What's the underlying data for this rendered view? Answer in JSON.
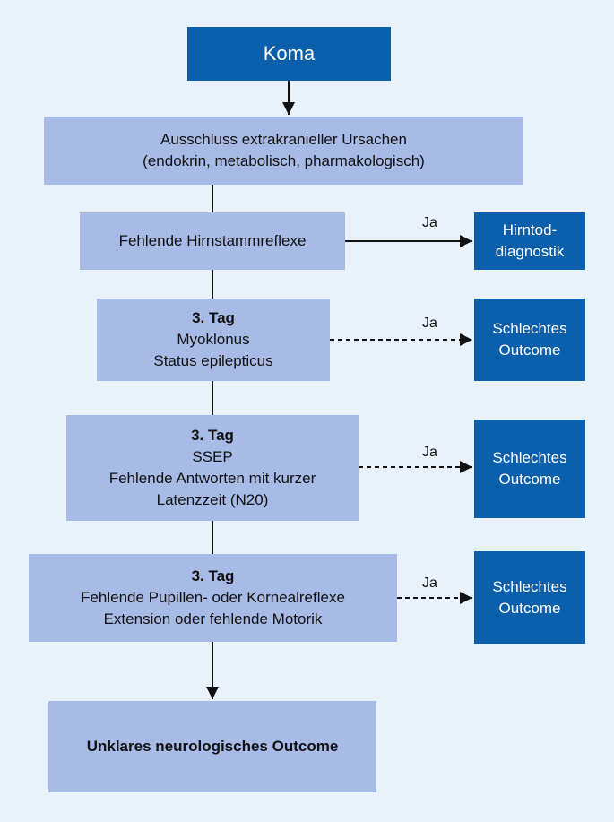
{
  "colors": {
    "background": "#e9f2fb",
    "process_box": "#a8bbe6",
    "outcome_box": "#0b5fab",
    "outcome_text": "#ffffff",
    "line": "#111111"
  },
  "nodes": {
    "koma": {
      "label": "Koma"
    },
    "ausschluss": {
      "lines": [
        "Ausschluss extrakranieller Ursachen",
        "(endokrin, metabolisch, pharmakologisch)"
      ]
    },
    "hirnstamm": {
      "label": "Fehlende Hirnstammreflexe"
    },
    "tag3_myoklonus": {
      "heading": "3. Tag",
      "lines": [
        "Myoklonus",
        "Status epilepticus"
      ]
    },
    "tag3_ssep": {
      "heading": "3. Tag",
      "lines": [
        "SSEP",
        "Fehlende Antworten mit kurzer",
        "Latenzzeit (N20)"
      ]
    },
    "tag3_pupillen": {
      "heading": "3. Tag",
      "lines": [
        "Fehlende Pupillen- oder Kornealreflexe",
        "Extension oder fehlende Motorik"
      ]
    },
    "unklar": {
      "label": "Unklares neurologisches Outcome"
    },
    "hirntod": {
      "lines": [
        "Hirntod-",
        "diagnostik"
      ]
    },
    "outcome_1": {
      "lines": [
        "Schlechtes",
        "Outcome"
      ]
    },
    "outcome_2": {
      "lines": [
        "Schlechtes",
        "Outcome"
      ]
    },
    "outcome_3": {
      "lines": [
        "Schlechtes",
        "Outcome"
      ]
    }
  },
  "edge_labels": {
    "ja_hirntod": "Ja",
    "ja_outcome_1": "Ja",
    "ja_outcome_2": "Ja",
    "ja_outcome_3": "Ja"
  }
}
